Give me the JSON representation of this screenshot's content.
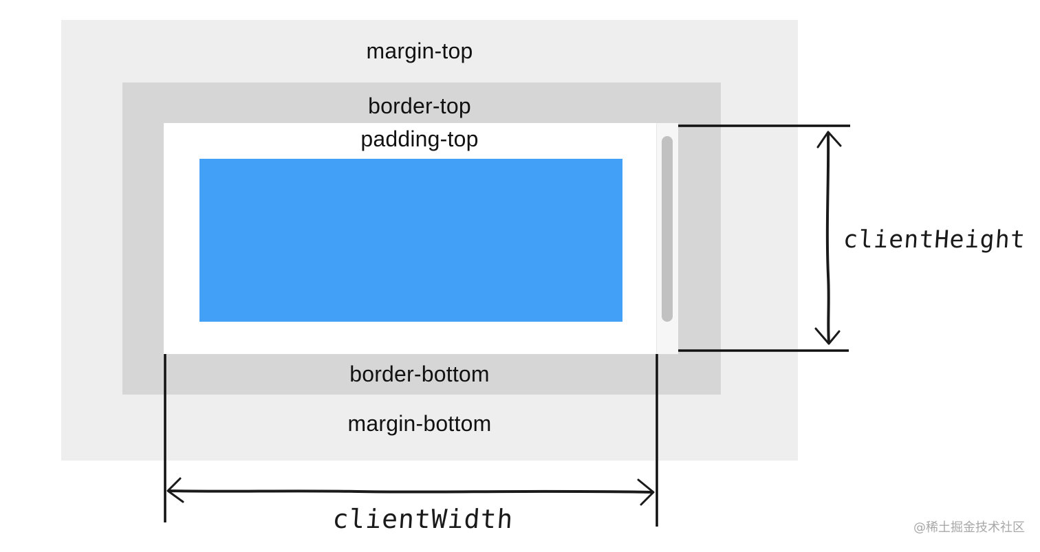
{
  "labels": {
    "margin_top": "margin-top",
    "border_top": "border-top",
    "padding_top": "padding-top",
    "border_bottom": "border-bottom",
    "margin_bottom": "margin-bottom",
    "client_height": "clientHeight",
    "client_width": "clientWidth"
  },
  "watermark": "@稀土掘金技术社区",
  "colors": {
    "margin": "#eeeeee",
    "border": "#d6d6d6",
    "padding": "#ffffff",
    "content": "#43a0f7",
    "scrollbar_track": "#f6f6f6",
    "scrollbar_thumb": "#c1c1c1",
    "ink": "#111111"
  }
}
